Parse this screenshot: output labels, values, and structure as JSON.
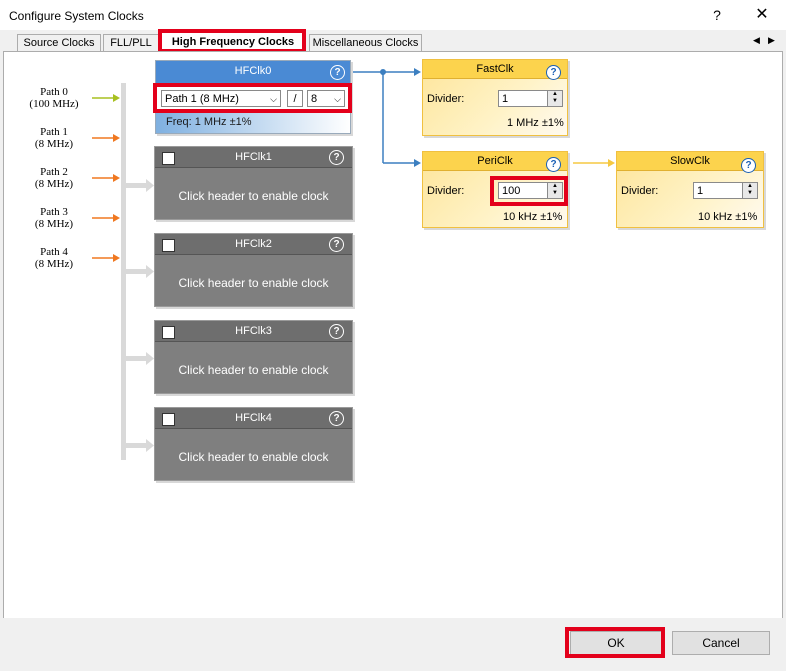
{
  "window": {
    "title": "Configure System Clocks",
    "help_glyph": "?",
    "close_glyph": "✕"
  },
  "tabs": [
    {
      "label": "Source Clocks"
    },
    {
      "label": "FLL/PLL"
    },
    {
      "label": "High Frequency Clocks",
      "active": true
    },
    {
      "label": "Miscellaneous Clocks"
    }
  ],
  "tab_scroll": {
    "left": "◀",
    "right": "▶"
  },
  "paths": [
    {
      "name": "Path 0",
      "freq": "(100 MHz)",
      "color": "#a8c020"
    },
    {
      "name": "Path 1",
      "freq": "(8 MHz)",
      "color": "#f07820"
    },
    {
      "name": "Path 2",
      "freq": "(8 MHz)",
      "color": "#f07820"
    },
    {
      "name": "Path 3",
      "freq": "(8 MHz)",
      "color": "#f07820"
    },
    {
      "name": "Path 4",
      "freq": "(8 MHz)",
      "color": "#f07820"
    }
  ],
  "hfclk0": {
    "title": "HFClk0",
    "source_select": "Path 1 (8 MHz)",
    "divider_sep": "/",
    "divider_select": "8",
    "freq": "Freq: 1 MHz ±1%",
    "help": "?"
  },
  "hfclk_disabled": [
    {
      "title": "HFClk1",
      "message": "Click header to enable clock",
      "help": "?"
    },
    {
      "title": "HFClk2",
      "message": "Click header to enable clock",
      "help": "?"
    },
    {
      "title": "HFClk3",
      "message": "Click header to enable clock",
      "help": "?"
    },
    {
      "title": "HFClk4",
      "message": "Click header to enable clock",
      "help": "?"
    }
  ],
  "fastclk": {
    "title": "FastClk",
    "divider_label": "Divider:",
    "divider_value": "1",
    "freq": "1 MHz ±1%",
    "help": "?"
  },
  "periclk": {
    "title": "PeriClk",
    "divider_label": "Divider:",
    "divider_value": "100",
    "freq": "10 kHz ±1%",
    "help": "?"
  },
  "slowclk": {
    "title": "SlowClk",
    "divider_label": "Divider:",
    "divider_value": "1",
    "freq": "10 kHz ±1%",
    "help": "?"
  },
  "footer": {
    "ok_label": "OK",
    "cancel_label": "Cancel"
  },
  "colors": {
    "accent_blue": "#3c7fc0",
    "highlight_red": "#e3001b",
    "yellow": "#fcd34d",
    "orange_arrow": "#f07820",
    "green_arrow": "#a8c020"
  }
}
